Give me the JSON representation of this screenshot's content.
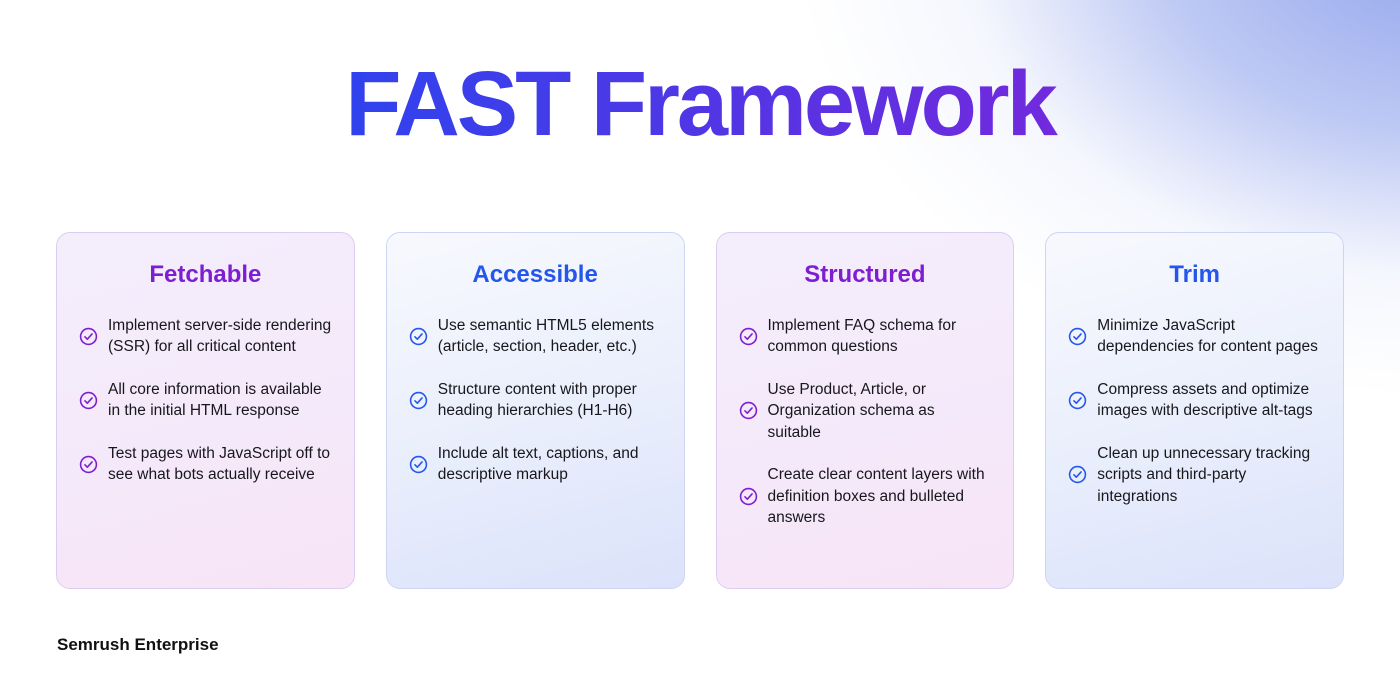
{
  "title": "FAST Framework",
  "footer": "Semrush Enterprise",
  "colors": {
    "title_gradient_start": "#2C44EE",
    "title_gradient_end": "#8F1FD6",
    "purple_accent": "#7D1FD0",
    "blue_accent": "#2456EB",
    "purple_card_bg": "#F5E8F9",
    "blue_card_bg": "#E2E8FB"
  },
  "icons": {
    "item_icon": "check-circle-icon"
  },
  "cards": [
    {
      "heading": "Fetchable",
      "accent": "purple",
      "items": [
        "Implement server-side rendering (SSR) for all critical content",
        "All core information is available in the initial HTML response",
        "Test pages with JavaScript off to see what bots actually receive"
      ]
    },
    {
      "heading": "Accessible",
      "accent": "blue",
      "items": [
        "Use semantic HTML5 elements (article, section, header, etc.)",
        "Structure content with proper heading hierarchies (H1-H6)",
        "Include alt text, captions, and descriptive markup"
      ]
    },
    {
      "heading": "Structured",
      "accent": "purple",
      "items": [
        "Implement FAQ schema for common questions",
        "Use Product, Article, or Organization schema as suitable",
        "Create clear content layers with definition boxes and bulleted answers"
      ]
    },
    {
      "heading": "Trim",
      "accent": "blue",
      "items": [
        "Minimize JavaScript dependencies for content pages",
        "Compress assets and optimize images with descriptive alt-tags",
        "Clean up unnecessary tracking scripts and third-party integrations"
      ]
    }
  ]
}
